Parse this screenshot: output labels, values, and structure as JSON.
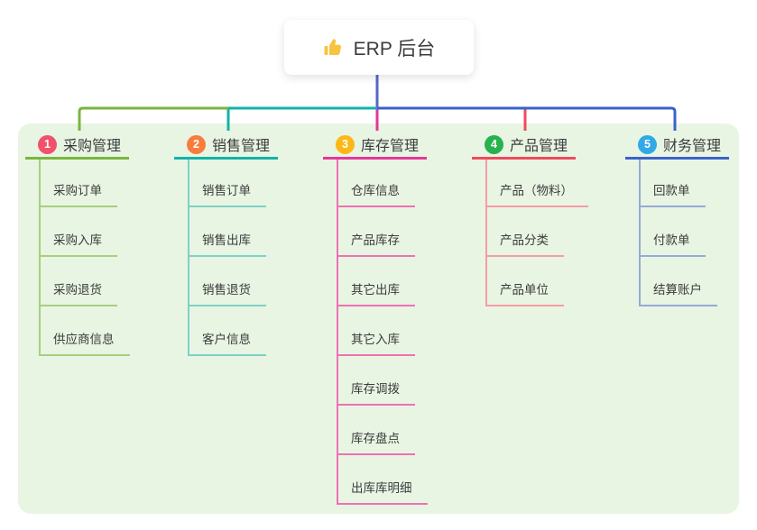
{
  "root": {
    "title": "ERP 后台",
    "icon": "thumbs-up",
    "icon_color": "#F8C43F"
  },
  "panel_bg": "#E8F5E3",
  "connector": {
    "trunk_color": "#5767C7"
  },
  "branches": [
    {
      "number": "1",
      "title": "采购管理",
      "badge_color": "#F2506B",
      "line_color": "#7AB53F",
      "light_line_color": "#A6CF7F",
      "items": [
        "采购订单",
        "采购入库",
        "采购退货",
        "供应商信息"
      ]
    },
    {
      "number": "2",
      "title": "销售管理",
      "badge_color": "#F97C3C",
      "line_color": "#12B3A8",
      "light_line_color": "#7FD0C7",
      "items": [
        "销售订单",
        "销售出库",
        "销售退货",
        "客户信息"
      ]
    },
    {
      "number": "3",
      "title": "库存管理",
      "badge_color": "#FCB817",
      "line_color": "#E5379A",
      "light_line_color": "#F070B4",
      "items": [
        "仓库信息",
        "产品库存",
        "其它出库",
        "其它入库",
        "库存调拨",
        "库存盘点",
        "出库库明细"
      ]
    },
    {
      "number": "4",
      "title": "产品管理",
      "badge_color": "#27B24D",
      "line_color": "#F04B5B",
      "light_line_color": "#F79CA3",
      "items": [
        "产品（物料）",
        "产品分类",
        "产品单位"
      ]
    },
    {
      "number": "5",
      "title": "财务管理",
      "badge_color": "#31A9E8",
      "line_color": "#3B62CB",
      "light_line_color": "#94AAD9",
      "items": [
        "回款单",
        "付款单",
        "结算账户"
      ]
    }
  ]
}
